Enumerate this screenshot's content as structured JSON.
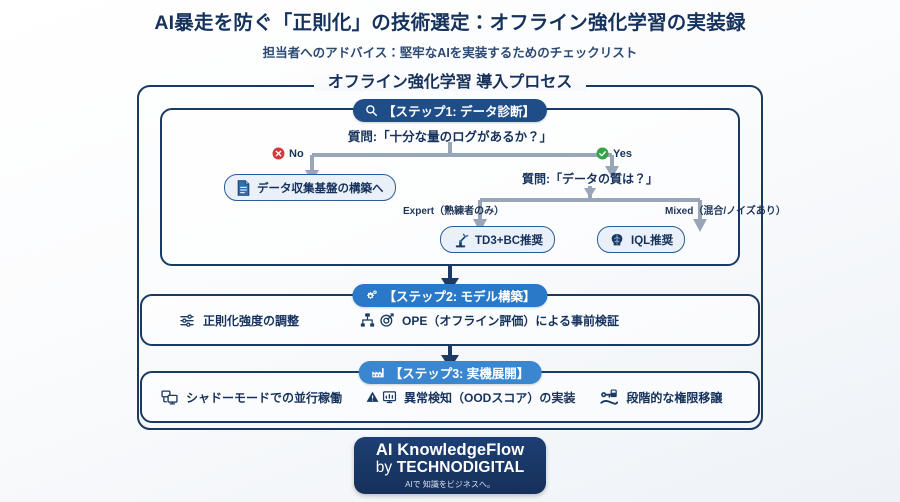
{
  "header": {
    "title": "AI暴走を防ぐ「正則化」の技術選定：オフライン強化学習の実装録",
    "subtitle": "担当者へのアドバイス：堅牢なAIを実装するためのチェックリスト"
  },
  "frame": {
    "legend": "オフライン強化学習 導入プロセス"
  },
  "step1": {
    "badge_label": "【ステップ1: データ診断】",
    "badge_icon": "search-icon",
    "badge_color": "#1e4d88",
    "question1": "質問:「十分な量のログがあるか？」",
    "question2": "質問:「データの質は？」",
    "no_label": "No",
    "no_color": "#d03a3a",
    "yes_label": "Yes",
    "yes_color": "#36a34a",
    "node_data_collection": {
      "label": "データ収集基盤の構築へ",
      "icon": "document-icon"
    },
    "branch_expert_label": "Expert（熟練者のみ）",
    "branch_mixed_label": "Mixed（混合/ノイズあり）",
    "node_td3": {
      "label": "TD3+BC推奨",
      "icon": "robot-arm-icon"
    },
    "node_iql": {
      "label": "IQL推奨",
      "icon": "brain-icon"
    }
  },
  "step2": {
    "badge_label": "【ステップ2: モデル構築】",
    "badge_icon": "gears-icon",
    "badge_color": "#2a79c8",
    "items": [
      {
        "label": "正則化強度の調整",
        "icon": "sliders-icon"
      },
      {
        "label": "OPE（オフライン評価）による事前検証",
        "icon": "sitemap-target-icon"
      }
    ]
  },
  "step3": {
    "badge_label": "【ステップ3: 実機展開】",
    "badge_icon": "factory-icon",
    "badge_color": "#3a86cf",
    "items": [
      {
        "label": "シャドーモードでの並行稼働",
        "icon": "displays-icon"
      },
      {
        "label": "異常検知（OODスコア）の実装",
        "icon": "warning-chart-icon"
      },
      {
        "label": "段階的な権限移譲",
        "icon": "key-handover-icon"
      }
    ]
  },
  "footer": {
    "line1": "AI KnowledgeFlow",
    "line2_prefix": "by ",
    "line2_brand": "TECHNODIGITAL",
    "tagline": "AIで 知識をビジネスへ。",
    "background": "#1b3a68"
  }
}
